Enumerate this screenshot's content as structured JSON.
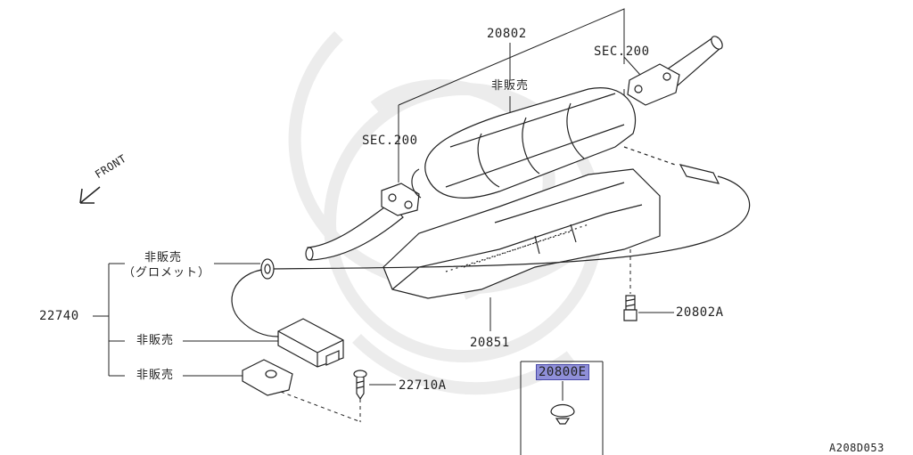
{
  "labels": {
    "part_20802": "20802",
    "not_for_sale_top": "非販売",
    "sec_200_right": "SEC.200",
    "sec_200_left": "SEC.200",
    "front": "FRONT",
    "not_for_sale_grommet": "非販売",
    "grommet": "（グロメット）",
    "part_22740": "22740",
    "not_for_sale_sensor": "非販売",
    "not_for_sale_bracket": "非販売",
    "part_20802A": "20802A",
    "part_20851": "20851",
    "part_22710A": "22710A",
    "part_20800E": "20800E",
    "drawing_id": "A208D053"
  },
  "colors": {
    "line": "#222222",
    "highlight": "#8f8fd8",
    "watermark": "#ececec"
  }
}
